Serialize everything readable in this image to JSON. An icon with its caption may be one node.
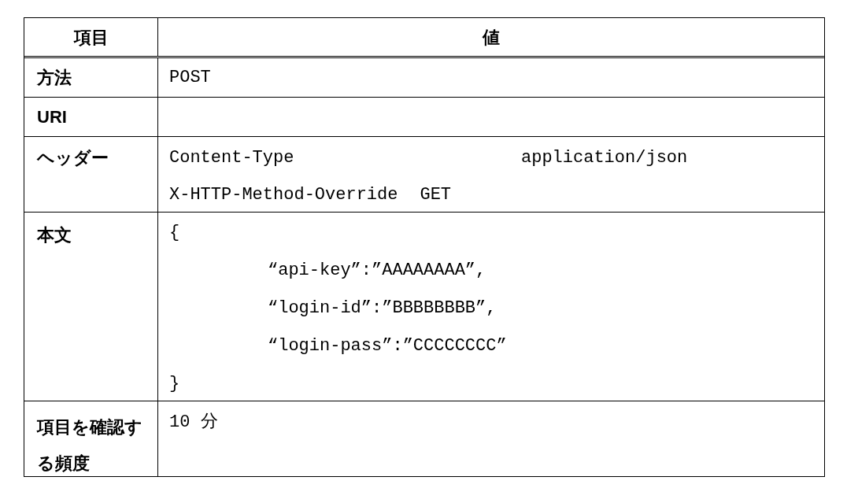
{
  "diagram": {
    "labels": [
      "項目",
      "値",
      "方法",
      "POST",
      "URI",
      "ヘッダー",
      "Content-Type",
      "application/json",
      "X-HTTP-Method-Override",
      "GET",
      "本文",
      "{",
      "“api-key”:”AAAAAAAA”,",
      "“login-id”:”BBBBBBBB”,",
      "“login-pass”:”CCCCCCCC”",
      "}",
      "項目を確認する頻度",
      "10 分"
    ]
  }
}
